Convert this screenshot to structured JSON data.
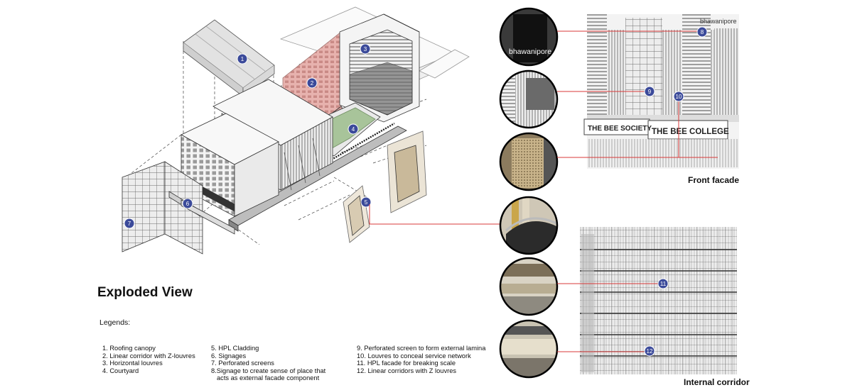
{
  "title": "Exploded View",
  "legend_heading": "Legends:",
  "legend_col1": [
    "1. Roofing canopy",
    "2. Linear corridor with Z-louvres",
    "3. Horizontal louvres",
    "4. Courtyard"
  ],
  "legend_col2": [
    "5. HPL Cladding",
    "6. Signages",
    "7. Perforated screens",
    "8.Signage to create sense of place that",
    "acts as external facade component"
  ],
  "legend_col3": [
    "9. Perforated screen to form external lamina",
    "10. Louvres to conceal service network",
    "11. HPL facade for breaking scale",
    "12. Linear corridors with Z louvres"
  ],
  "captions": {
    "front": "Front facade",
    "corridor": "Internal corridor"
  },
  "markers": [
    "1",
    "2",
    "3",
    "4",
    "5",
    "6",
    "7",
    "8",
    "9",
    "10",
    "11",
    "12"
  ],
  "signage": {
    "brand": "bhawanipore",
    "college": "THE BEE COLLEGE",
    "society": "THE BEE SOCIETY",
    "top": "bhawanipore"
  },
  "colors": {
    "marker": "#3b4a9a",
    "leader": "#d93a3a",
    "courtyard": "#a8c49a",
    "pink": "#e7b2ae"
  }
}
